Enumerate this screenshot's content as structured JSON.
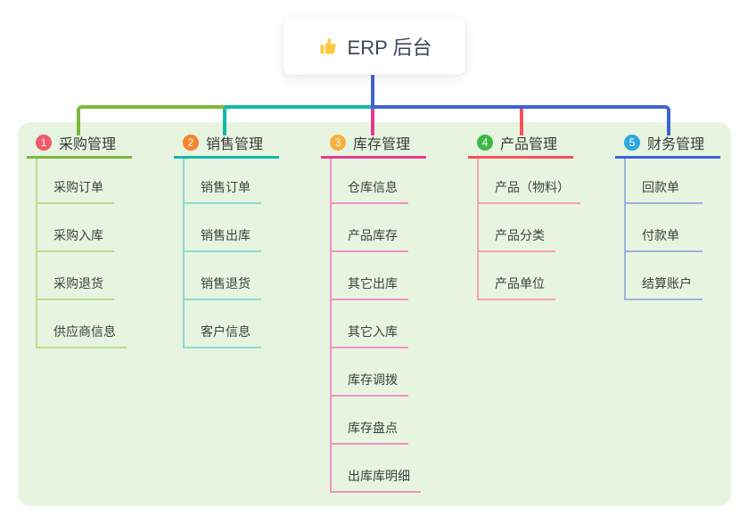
{
  "root": {
    "icon": "thumbs-up-icon",
    "icon_color": "#ffc83d",
    "title": "ERP 后台"
  },
  "canvas": {
    "page_bg": "#ffffff",
    "panel_bg": "#e7f5e0",
    "root_connector_color": "#3e63d2"
  },
  "branches": [
    {
      "num": "1",
      "title": "采购管理",
      "badge_color": "#f25a6b",
      "line_color": "#7fb63f",
      "child_line_color": "#b9dc92",
      "children": [
        "采购订单",
        "采购入库",
        "采购退货",
        "供应商信息"
      ]
    },
    {
      "num": "2",
      "title": "销售管理",
      "badge_color": "#f6832d",
      "line_color": "#14b8ab",
      "child_line_color": "#8fd9d2",
      "children": [
        "销售订单",
        "销售出库",
        "销售退货",
        "客户信息"
      ]
    },
    {
      "num": "3",
      "title": "库存管理",
      "badge_color": "#fbb03b",
      "line_color": "#e43a90",
      "child_line_color": "#f291c4",
      "children": [
        "仓库信息",
        "产品库存",
        "其它出库",
        "其它入库",
        "库存调拨",
        "库存盘点",
        "出库库明细"
      ]
    },
    {
      "num": "4",
      "title": "产品管理",
      "badge_color": "#3eb948",
      "line_color": "#f8515d",
      "child_line_color": "#f9a3ab",
      "children": [
        "产品（物料）",
        "产品分类",
        "产品单位"
      ]
    },
    {
      "num": "5",
      "title": "财务管理",
      "badge_color": "#2ba8e0",
      "line_color": "#3e63d2",
      "child_line_color": "#9cb0e0",
      "children": [
        "回款单",
        "付款单",
        "结算账户"
      ]
    }
  ]
}
